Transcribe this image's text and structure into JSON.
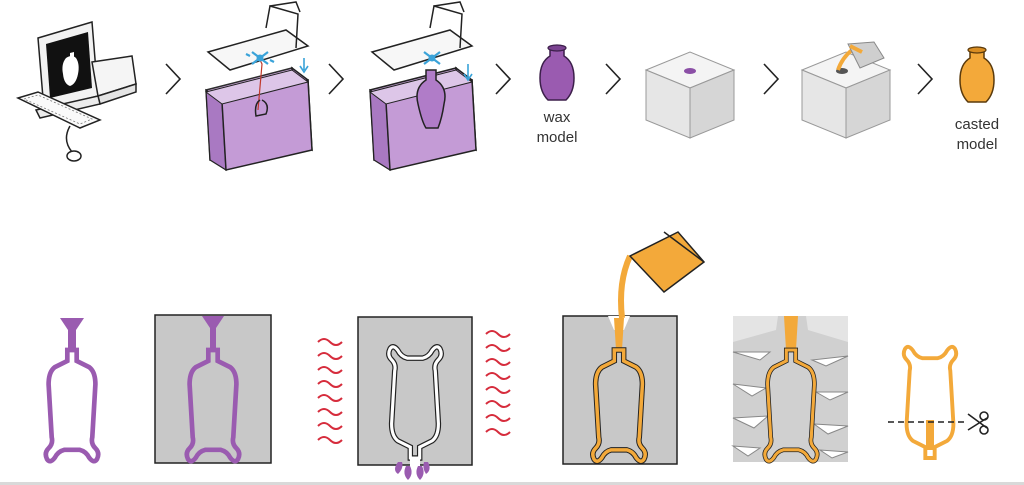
{
  "process": {
    "top_row": {
      "wax_label": "wax",
      "wax_label_line2": "model",
      "cast_label": "casted",
      "cast_label_line2": "model"
    }
  },
  "colors": {
    "wax": "#9a5bb0",
    "wax_light": "#c9a3d9",
    "metal": "#f3a93a",
    "mold_gray": "#c8c8c8",
    "heat_waves": "#d62c3c",
    "laser_blue": "#3aa3d9",
    "outline": "#222222"
  },
  "icons": {
    "step1": "computer-workstation-icon",
    "step2": "sla-printer-start-icon",
    "step3": "sla-printer-finished-icon",
    "step4": "wax-vase-icon",
    "step5": "investment-block-icon",
    "step6": "pouring-block-icon",
    "step7": "cast-vase-icon",
    "arrow": "chevron-right-icon",
    "cut": "scissors-icon"
  }
}
